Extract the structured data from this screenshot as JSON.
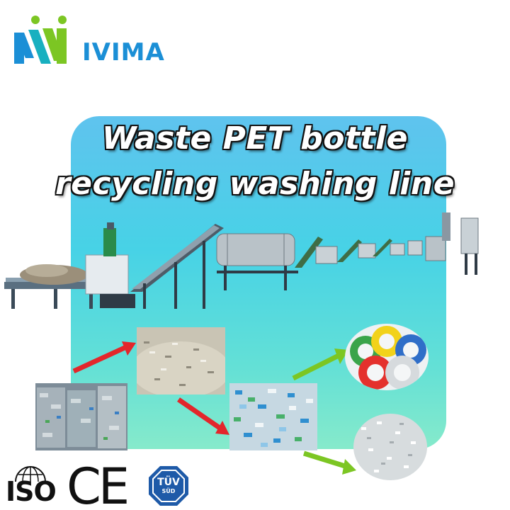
{
  "brand": {
    "name": "IVIMA",
    "color": "#1b8fd6"
  },
  "headline": {
    "line1": "Waste PET bottle",
    "line2": "recycling washing line"
  },
  "certifications": {
    "iso": "ISO",
    "ce": "CE",
    "tuv_top": "TÜV",
    "tuv_bottom": "SÜD"
  },
  "colors": {
    "panel_top": "#5fc3ee",
    "panel_bottom": "#86eacb",
    "arrow_red": "#e3262b",
    "arrow_green": "#7cc623",
    "tuv_blue": "#1e5aa8"
  }
}
